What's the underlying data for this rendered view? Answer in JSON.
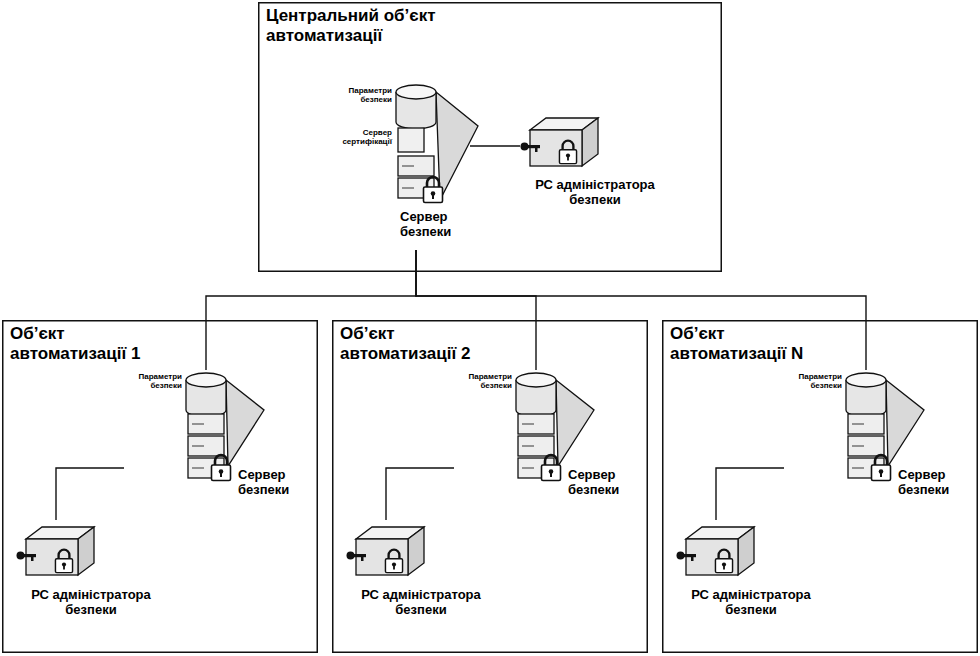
{
  "diagram": {
    "nodes": [
      {
        "text": [
          "Центральний об’єкт автоматизації"
        ]
      },
      {
        "text": [
          "Параметри безпеки",
          "Сервер сертифікації",
          "Сервер безпеки"
        ],
        "in": 0
      },
      {
        "text": [
          "РС адміністратора безпеки"
        ],
        "in": 0
      },
      {
        "text": [
          "Об’єкт автоматизації 1"
        ]
      },
      {
        "text": [
          "Параметри безпеки",
          "Сервер безпеки"
        ],
        "in": 3
      },
      {
        "text": [
          "РС адміністратора безпеки"
        ],
        "in": 3
      },
      {
        "text": [
          "Об’єкт автоматизації 2"
        ]
      },
      {
        "text": [
          "Параметри безпеки",
          "Сервер безпеки"
        ],
        "in": 6
      },
      {
        "text": [
          "РС адміністратора безпеки"
        ],
        "in": 6
      },
      {
        "text": [
          "Об’єкт автоматизації N"
        ]
      },
      {
        "text": [
          "Параметри безпеки",
          "Сервер безпеки"
        ],
        "in": 9
      },
      {
        "text": [
          "РС адміністратора безпеки"
        ],
        "in": 9
      }
    ],
    "edges": [
      {
        "from": 1,
        "to": 2,
        "arrow": "none"
      },
      {
        "from": 1,
        "to": 4,
        "arrow": "none"
      },
      {
        "from": 1,
        "to": 7,
        "arrow": "none"
      },
      {
        "from": 1,
        "to": 10,
        "arrow": "none"
      },
      {
        "from": 4,
        "to": 5,
        "arrow": "none"
      },
      {
        "from": 7,
        "to": 8,
        "arrow": "none"
      },
      {
        "from": 10,
        "to": 11,
        "arrow": "none"
      }
    ]
  }
}
